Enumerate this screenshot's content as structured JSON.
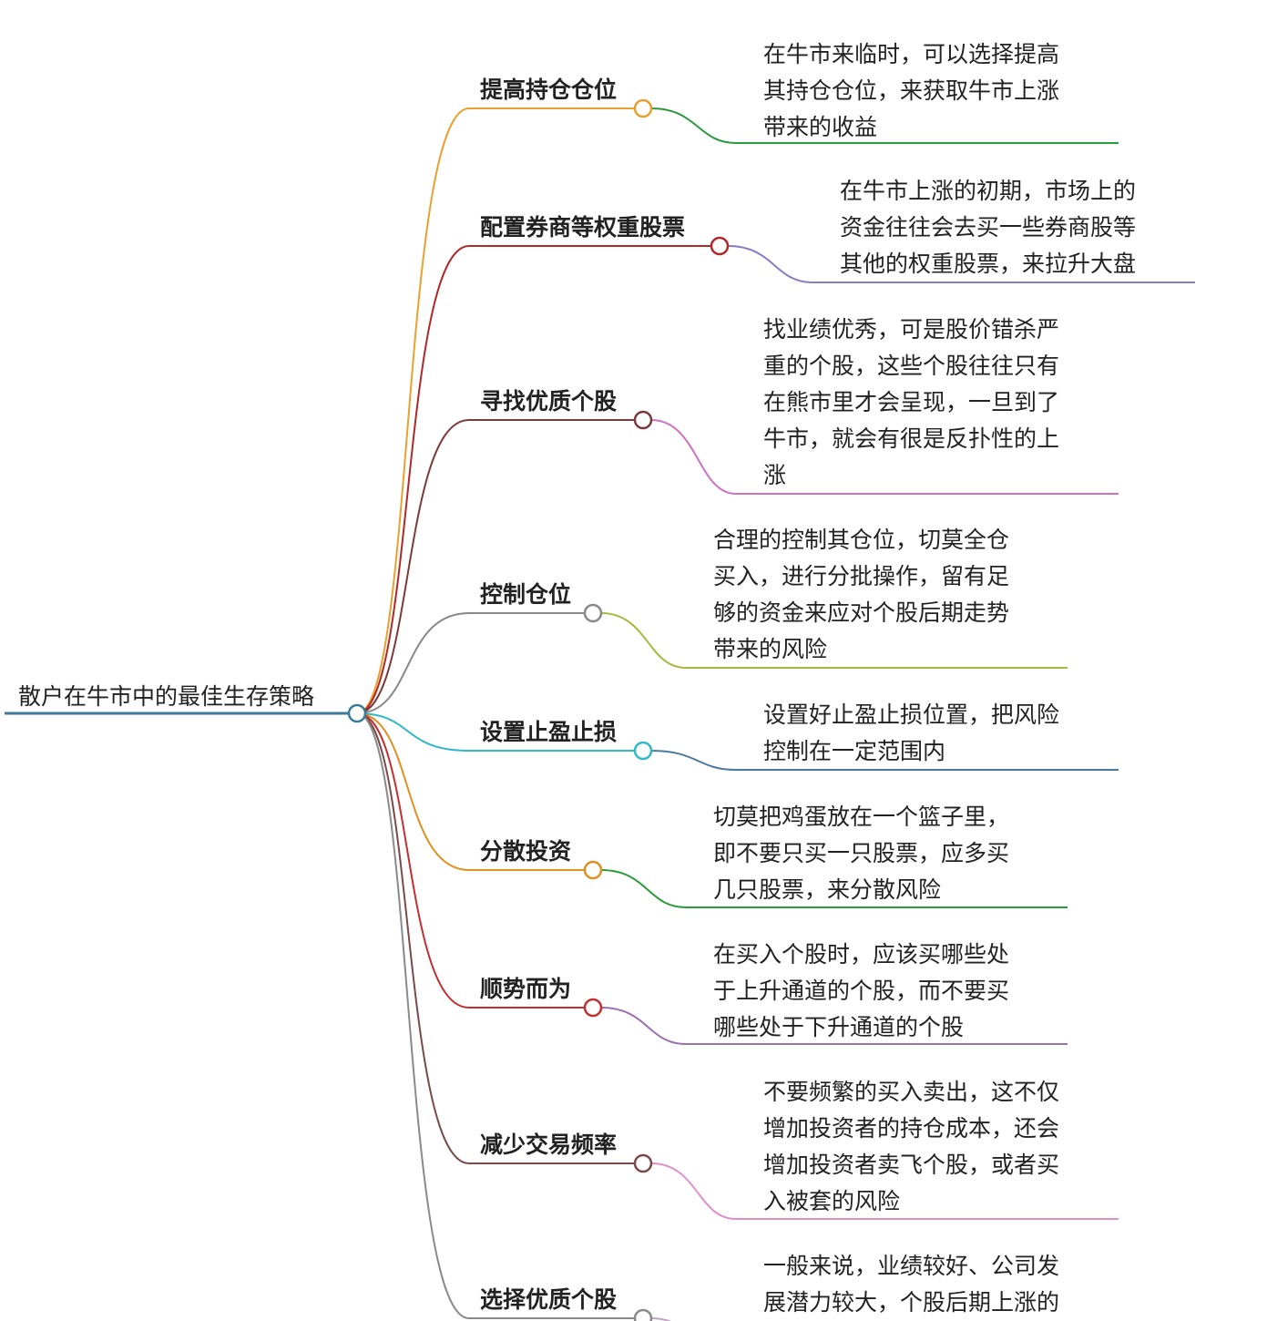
{
  "root": {
    "title": "散户在牛市中的最佳生存策略",
    "color": "#3a7a9a"
  },
  "branches": [
    {
      "label": "提高持仓仓位",
      "branch_color": "#e8a030",
      "leaf_color": "#2a9a3a",
      "lines": [
        "在牛市来临时，可以选择提高",
        "其持仓仓位，来获取牛市上涨",
        "带来的收益"
      ]
    },
    {
      "label": "配置券商等权重股票",
      "branch_color": "#b02828",
      "leaf_color": "#8a7ac0",
      "lines": [
        "在牛市上涨的初期，市场上的",
        "资金往往会去买一些券商股等",
        "其他的权重股票，来拉升大盘"
      ]
    },
    {
      "label": "寻找优质个股",
      "branch_color": "#7a3a3a",
      "leaf_color": "#d070c0",
      "lines": [
        "找业绩优秀，可是股价错杀严",
        "重的个股，这些个股往往只有",
        "在熊市里才会呈现，一旦到了",
        "牛市，就会有很是反扑性的上",
        "涨"
      ]
    },
    {
      "label": "控制仓位",
      "branch_color": "#888888",
      "leaf_color": "#a8b840",
      "lines": [
        "合理的控制其仓位，切莫全仓",
        "买入，进行分批操作，留有足",
        "够的资金来应对个股后期走势",
        "带来的风险"
      ]
    },
    {
      "label": "设置止盈止损",
      "branch_color": "#30b8c8",
      "leaf_color": "#4a7aa0",
      "lines": [
        "设置好止盈止损位置，把风险",
        "控制在一定范围内"
      ]
    },
    {
      "label": "分散投资",
      "branch_color": "#e09020",
      "leaf_color": "#2a9a3a",
      "lines": [
        "切莫把鸡蛋放在一个篮子里，",
        "即不要只买一只股票，应多买",
        "几只股票，来分散风险"
      ]
    },
    {
      "label": "顺势而为",
      "branch_color": "#c03030",
      "leaf_color": "#9a70b0",
      "lines": [
        "在买入个股时，应该买哪些处",
        "于上升通道的个股，而不要买",
        "哪些处于下升通道的个股"
      ]
    },
    {
      "label": "减少交易频率",
      "branch_color": "#7a4a4a",
      "leaf_color": "#e090c8",
      "lines": [
        "不要频繁的买入卖出，这不仅",
        "增加投资者的持仓成本，还会",
        "增加投资者卖飞个股，或者买",
        "入被套的风险"
      ]
    },
    {
      "label": "选择优质个股",
      "branch_color": "#8a8a8a",
      "leaf_color": "#c0a0c0",
      "lines": [
        "一般来说，业绩较好、公司发",
        "展潜力较大，个股后期上涨的"
      ]
    }
  ]
}
